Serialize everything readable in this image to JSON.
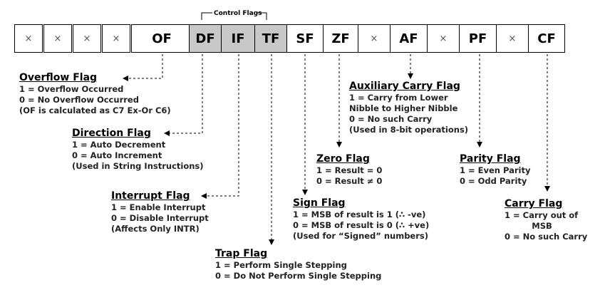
{
  "control_flags_label": "Control Flags",
  "register": [
    {
      "text": "×",
      "kind": "unused"
    },
    {
      "text": "×",
      "kind": "unused"
    },
    {
      "text": "×",
      "kind": "unused"
    },
    {
      "text": "×",
      "kind": "unused"
    },
    {
      "text": "OF",
      "kind": "flag"
    },
    {
      "text": "DF",
      "kind": "control"
    },
    {
      "text": "IF",
      "kind": "control"
    },
    {
      "text": "TF",
      "kind": "control"
    },
    {
      "text": "SF",
      "kind": "flag"
    },
    {
      "text": "ZF",
      "kind": "flag"
    },
    {
      "text": "×",
      "kind": "unused"
    },
    {
      "text": "AF",
      "kind": "flag"
    },
    {
      "text": "×",
      "kind": "unused"
    },
    {
      "text": "PF",
      "kind": "flag"
    },
    {
      "text": "×",
      "kind": "unused"
    },
    {
      "text": "CF",
      "kind": "flag"
    }
  ],
  "flags": {
    "overflow": {
      "title": "Overflow Flag",
      "lines": [
        "1 = Overflow Occurred",
        "0 = No Overflow Occurred",
        "(OF is calculated as C7 Ex-Or C6)"
      ]
    },
    "direction": {
      "title": "Direction Flag",
      "lines": [
        "1 = Auto Decrement",
        "0 = Auto Increment",
        "(Used in String Instructions)"
      ]
    },
    "interrupt": {
      "title": "Interrupt Flag",
      "lines": [
        "1 = Enable Interrupt",
        "0 = Disable Interrupt",
        "(Affects Only INTR)"
      ]
    },
    "trap": {
      "title": "Trap Flag",
      "lines": [
        "1 = Perform Single Stepping",
        "0 = Do Not Perform Single Stepping"
      ]
    },
    "sign": {
      "title": "Sign Flag",
      "lines": [
        "1 = MSB of result is 1 (∴ -ve)",
        "0 = MSB of result is 0 (∴ +ve)",
        "(Used for “Signed” numbers)"
      ]
    },
    "zero": {
      "title": "Zero Flag",
      "lines": [
        "1 = Result = 0",
        "0 = Result ≠ 0"
      ]
    },
    "auxiliary": {
      "title": "Auxiliary Carry Flag",
      "lines": [
        "1 = Carry from Lower",
        "Nibble to Higher Nibble",
        "0 = No such Carry",
        "(Used in 8-bit operations)"
      ]
    },
    "parity": {
      "title": "Parity Flag",
      "lines": [
        "1 = Even Parity",
        "0 = Odd Parity"
      ]
    },
    "carry": {
      "title": "Carry Flag",
      "lines": [
        "1 = Carry out of",
        "MSB",
        "0 = No such Carry"
      ]
    }
  }
}
